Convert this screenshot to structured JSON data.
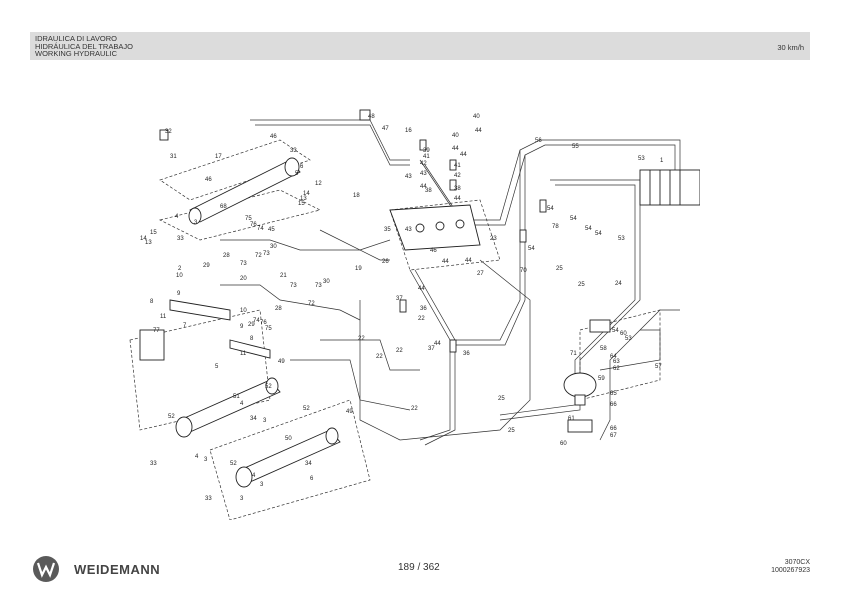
{
  "header": {
    "title_it": "IDRAULICA DI LAVORO",
    "title_es": "HIDRÁULICA DEL TRABAJO",
    "title_en": "WORKING HYDRAULIC",
    "speed": "30 km/h"
  },
  "diagram": {
    "part_labels": [
      "1",
      "2",
      "3",
      "4",
      "5",
      "6",
      "7",
      "8",
      "9",
      "10",
      "11",
      "12",
      "13",
      "14",
      "15",
      "16",
      "17",
      "18",
      "19",
      "20",
      "21",
      "22",
      "23",
      "24",
      "25",
      "26",
      "27",
      "28",
      "29",
      "30",
      "31",
      "32",
      "33",
      "34",
      "35",
      "36",
      "37",
      "38",
      "39",
      "40",
      "41",
      "42",
      "43",
      "44",
      "45",
      "46",
      "47",
      "48",
      "49",
      "50",
      "51",
      "52",
      "53",
      "54",
      "55",
      "56",
      "57",
      "58",
      "59",
      "60",
      "61",
      "62",
      "63",
      "64",
      "65",
      "66",
      "67",
      "68",
      "70",
      "71",
      "72",
      "73",
      "74",
      "75",
      "76",
      "77",
      "78"
    ]
  },
  "footer": {
    "brand": "WEIDEMANN",
    "page_number": "189 / 362",
    "model": "3070CX",
    "doc_number": "1000267923"
  }
}
